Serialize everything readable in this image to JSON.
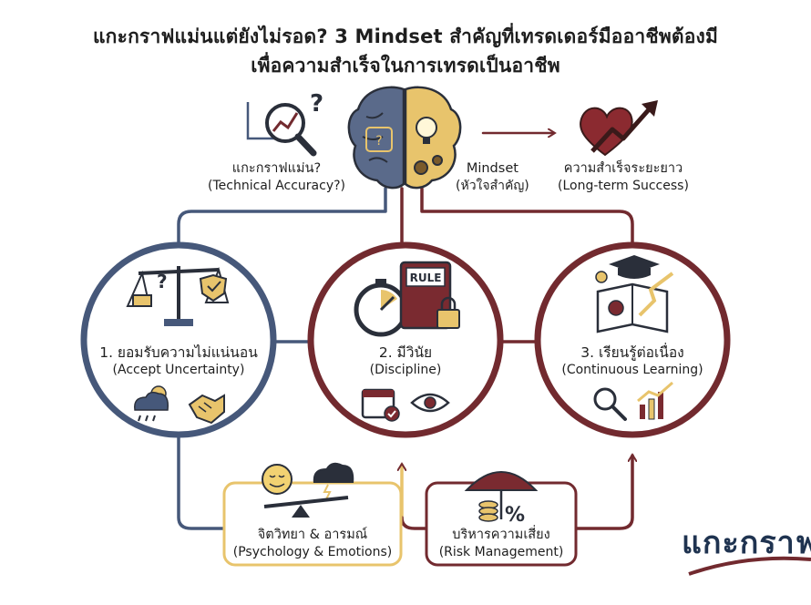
{
  "title": {
    "line1": "แกะกราฟแม่นแต่ยังไม่รอด? 3 Mindset สำคัญที่เทรดเดอร์มืออาชีพต้องมี",
    "line2": "เพื่อความสำเร็จในการเทรดเป็นอาชีพ"
  },
  "top": {
    "technical": {
      "th": "แกะกราฟแม่น?",
      "en": "(Technical Accuracy?)"
    },
    "mindset": {
      "th": "Mindset",
      "en": "(หัวใจสำคัญ)"
    },
    "success": {
      "th": "ความสำเร็จระยะยาว",
      "en": "(Long-term Success)"
    }
  },
  "circles": [
    {
      "th": "1. ยอมรับความไม่แน่นอน",
      "en": "(Accept Uncertainty)"
    },
    {
      "th": "2. มีวินัย",
      "en": "(Discipline)"
    },
    {
      "th": "3. เรียนรู้ต่อเนื่อง",
      "en": "(Continuous Learning)"
    }
  ],
  "bottom": {
    "psychology": {
      "th": "จิตวิทยา & อารมณ์",
      "en": "(Psychology & Emotions)"
    },
    "risk": {
      "th": "บริหารความเสี่ยง",
      "en": "(Risk Management)"
    }
  },
  "rule_label": "RULE",
  "brand": "แกะกราฟ",
  "colors": {
    "navy": "#46587a",
    "maroon": "#722a2f",
    "gold": "#e8c46c",
    "dark": "#1f3350"
  }
}
